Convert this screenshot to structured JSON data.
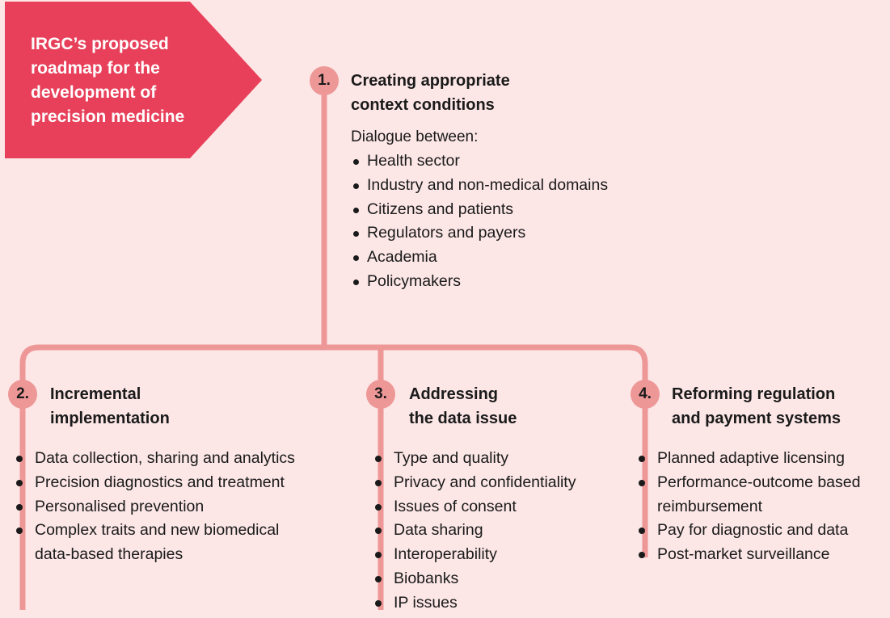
{
  "banner": {
    "title": "IRGC’s proposed\nroadmap for the\ndevelopment of\nprecision medicine"
  },
  "steps": [
    {
      "number": "1.",
      "title": "Creating appropriate\ncontext conditions",
      "intro": "Dialogue between:",
      "items": [
        "Health sector",
        "Industry and non-medical domains",
        "Citizens and patients",
        "Regulators and payers",
        "Academia",
        "Policymakers"
      ]
    },
    {
      "number": "2.",
      "title": "Incremental\nimplementation",
      "items": [
        "Data collection, sharing and analytics",
        "Precision diagnostics and treatment",
        "Personalised prevention",
        "Complex traits and new biomedical",
        "data-based therapies"
      ]
    },
    {
      "number": "3.",
      "title": "Addressing\nthe data issue",
      "items": [
        "Type and quality",
        "Privacy and confidentiality",
        "Issues of consent",
        "Data sharing",
        "Interoperability",
        "Biobanks",
        "IP issues"
      ]
    },
    {
      "number": "4.",
      "title": "Reforming regulation\nand payment systems",
      "items": [
        "Planned adaptive licensing",
        "Performance-outcome based",
        "reimbursement",
        "Pay for diagnostic and data",
        "Post-market surveillance"
      ]
    }
  ],
  "colors": {
    "background": "#fce6e6",
    "banner": "#e8405a",
    "connector": "#ee9797",
    "text": "#1a1a1a"
  }
}
